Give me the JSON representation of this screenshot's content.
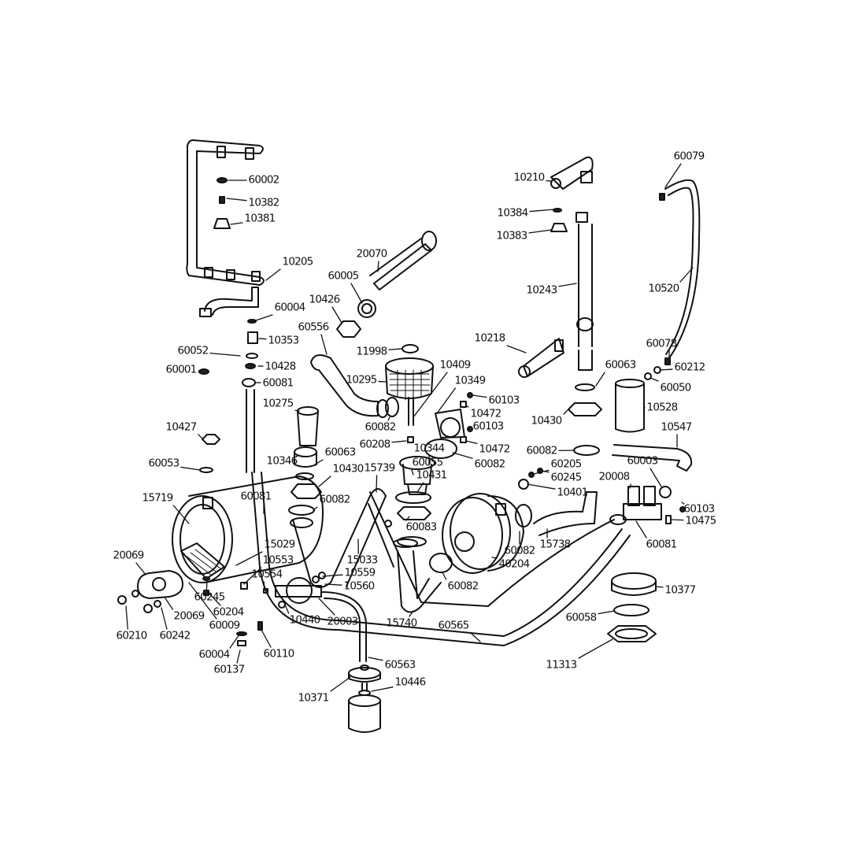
{
  "labels": [
    "60002",
    "10382",
    "10381",
    "10205",
    "20070",
    "60005",
    "10426",
    "60004",
    "60556",
    "60052",
    "10353",
    "10428",
    "60081",
    "60001",
    "11998",
    "10295",
    "10409",
    "10349",
    "60103",
    "10472",
    "60103",
    "10472",
    "60082",
    "10275",
    "60082",
    "60208",
    "10344",
    "60055",
    "10431",
    "10427",
    "60053",
    "10346",
    "60063",
    "10430",
    "15739",
    "15719",
    "60081",
    "60082",
    "60083",
    "15029",
    "10553",
    "10554",
    "15033",
    "10559",
    "10560",
    "20069",
    "60245",
    "20069",
    "60204",
    "60009",
    "60210",
    "60242",
    "10440",
    "20003",
    "15740",
    "60565",
    "60082",
    "40204",
    "60082",
    "15738",
    "60004",
    "60137",
    "60110",
    "60563",
    "10446",
    "10371",
    "10210",
    "10384",
    "10383",
    "10243",
    "10218",
    "10430",
    "60063",
    "10528",
    "60079",
    "10520",
    "60078",
    "60212",
    "60050",
    "10547",
    "60082",
    "60205",
    "60245",
    "10401",
    "60003",
    "20008",
    "60103",
    "10475",
    "60081",
    "10377",
    "60058",
    "11313"
  ]
}
